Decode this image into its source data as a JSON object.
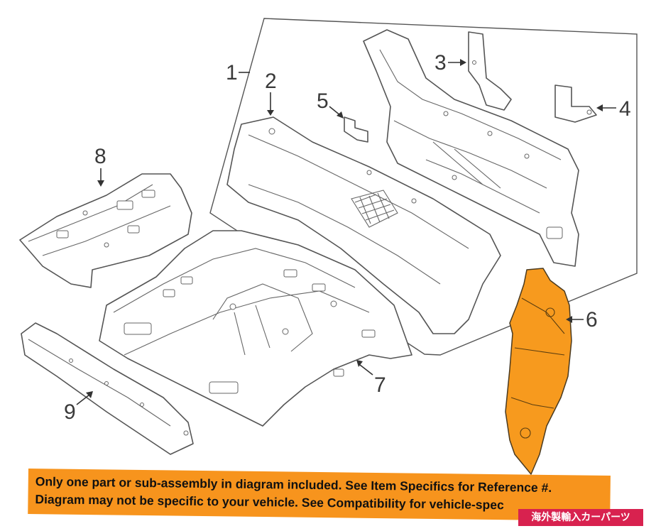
{
  "diagram": {
    "callouts": {
      "c1": "1",
      "c2": "2",
      "c3": "3",
      "c4": "4",
      "c5": "5",
      "c6": "6",
      "c7": "7",
      "c8": "8",
      "c9": "9"
    },
    "highlight_color": "#f79a1e"
  },
  "notice": {
    "line1": "Only one part or sub-assembly in diagram included. See Item Specifics for Reference #.",
    "line2": "Diagram may not be specific to your vehicle. See Compatibility for vehicle-spec",
    "background": "#f7941d"
  },
  "badge": {
    "text": "海外製輸入カーパーツ",
    "background": "#d8224f"
  }
}
